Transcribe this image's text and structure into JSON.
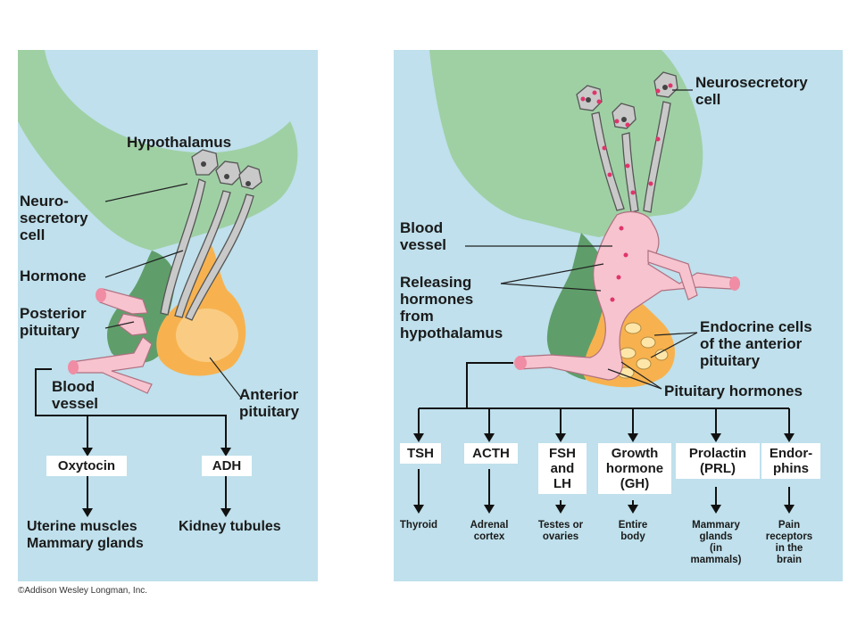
{
  "left_panel": {
    "labels": {
      "hypothalamus": "Hypothalamus",
      "neurosecretory_cell": "Neuro-\nsecretory\ncell",
      "hormone": "Hormone",
      "posterior_pituitary": "Posterior\npituitary",
      "blood_vessel": "Blood\nvessel",
      "anterior_pituitary": "Anterior\npituitary"
    },
    "hormones": [
      {
        "name": "Oxytocin",
        "target": "Uterine muscles\nMammary glands"
      },
      {
        "name": "ADH",
        "target": "Kidney tubules"
      }
    ]
  },
  "right_panel": {
    "labels": {
      "neurosecretory_cell": "Neurosecretory\ncell",
      "blood_vessel": "Blood\nvessel",
      "releasing_hormones": "Releasing\nhormones\nfrom\nhypothalamus",
      "endocrine_cells": "Endocrine cells\nof the anterior\npituitary",
      "pituitary_hormones": "Pituitary hormones"
    },
    "hormones": [
      {
        "name": "TSH",
        "target": "Thyroid"
      },
      {
        "name": "ACTH",
        "target": "Adrenal\ncortex"
      },
      {
        "name": "FSH\nand\nLH",
        "target": "Testes or\novaries"
      },
      {
        "name": "Growth\nhormone\n(GH)",
        "target": "Entire\nbody"
      },
      {
        "name": "Prolactin\n(PRL)",
        "target": "Mammary\nglands\n(in\nmammals)"
      },
      {
        "name": "Endor-\nphins",
        "target": "Pain\nreceptors\nin the\nbrain"
      }
    ]
  },
  "copyright": "©Addison Wesley Longman, Inc.",
  "colors": {
    "panel_bg": "#bfe0ec",
    "hypothalamus": "#9fd0a4",
    "pituitary_tissue": "#5f9e6a",
    "anterior_pituitary": "#f7b24f",
    "blood_vessel": "#f6c3cf",
    "neuron": "#c9c9c9"
  }
}
